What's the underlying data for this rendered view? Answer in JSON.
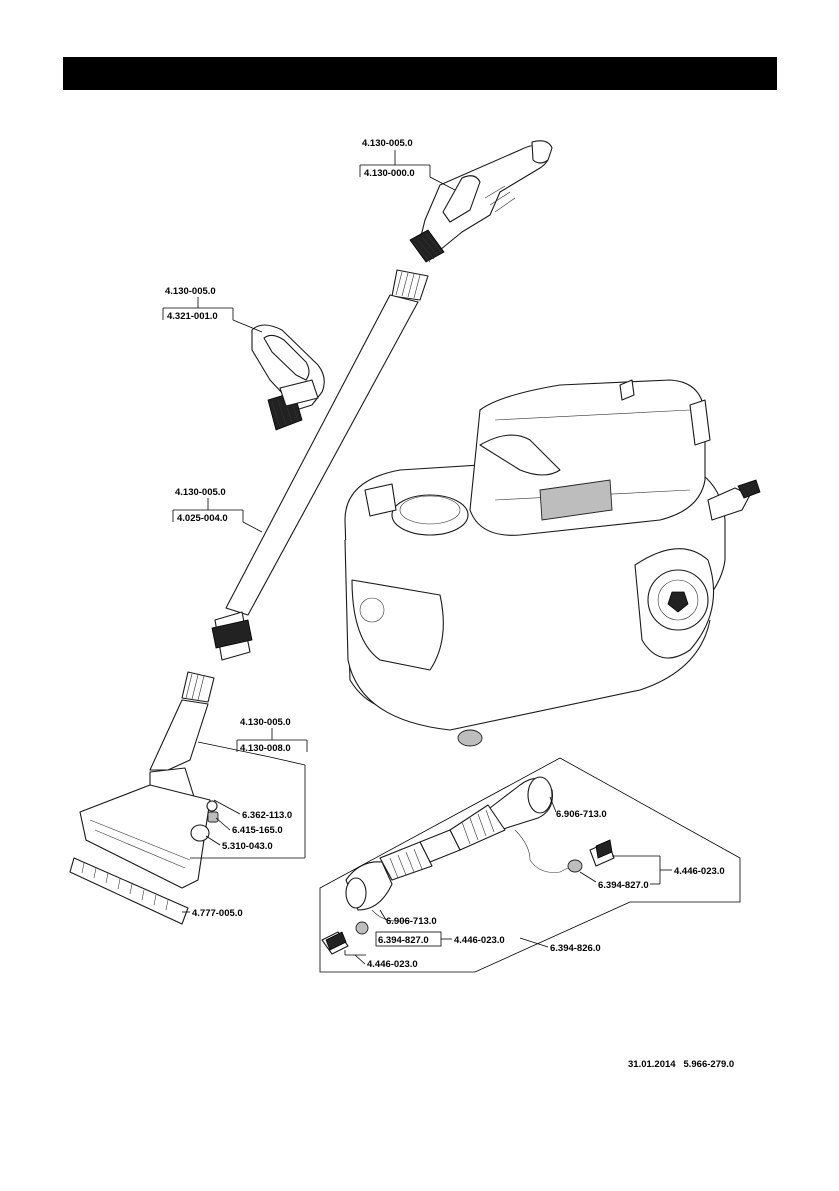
{
  "labels": {
    "handle_top_group": "4.130-005.0",
    "handle_top_part": "4.130-000.0",
    "handle_mid_group": "4.130-005.0",
    "handle_mid_part": "4.321-001.0",
    "tube_group": "4.130-005.0",
    "tube_part": "4.025-004.0",
    "nozzle_group": "4.130-005.0",
    "nozzle_part": "4.130-008.0",
    "nozzle_sub1": "6.362-113.0",
    "nozzle_sub2": "6.415-165.0",
    "nozzle_sub3": "5.310-043.0",
    "nozzle_strip": "4.777-005.0",
    "hose_cuff_right": "6.906-713.0",
    "hose_cuff_left": "6.906-713.0",
    "coupling_right_group": "4.446-023.0",
    "coupling_right_part": "6.394-827.0",
    "coupling_left_part": "6.394-827.0",
    "coupling_left_group_a": "4.446-023.0",
    "coupling_left_group_b": "4.446-023.0",
    "hose_assembly": "6.394-826.0"
  },
  "footer": {
    "date": "31.01.2014",
    "doc_number": "5.966-279.0"
  }
}
